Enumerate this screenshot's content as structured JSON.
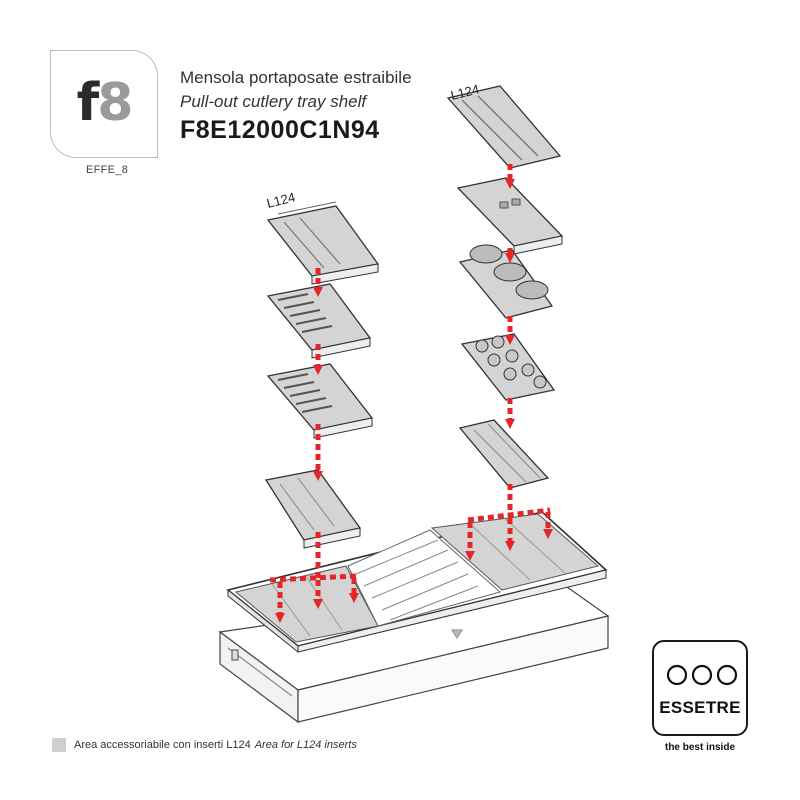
{
  "logo": {
    "mark_letter": "f",
    "mark_digit": "8",
    "caption": "EFFE_8"
  },
  "header": {
    "title_it": "Mensola portaposate estraibile",
    "title_en": "Pull-out cutlery tray shelf",
    "code": "F8E12000C1N94"
  },
  "insert_labels": {
    "left": "L124",
    "right": "L124"
  },
  "legend": {
    "text_it": "Area accessoriabile con inserti L124",
    "text_en": "Area for L124 inserts"
  },
  "brand": {
    "name": "ESSETRE",
    "tagline": "the best inside"
  },
  "colors": {
    "arrow": "#e52628",
    "insert_fill": "#d4d4d4",
    "line": "#444444"
  }
}
